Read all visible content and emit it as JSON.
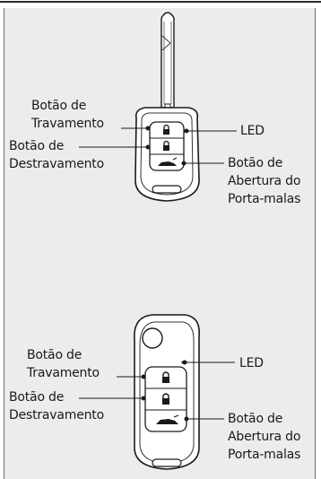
{
  "figures": [
    {
      "id": "remote-key-standard",
      "labels": {
        "lock": [
          "Botão de",
          "Travamento"
        ],
        "unlock": [
          "Botão de",
          "Destravamento"
        ],
        "led": "LED",
        "trunk": [
          "Botão de",
          "Abertura do",
          "Porta-malas"
        ]
      }
    },
    {
      "id": "remote-key-folding",
      "labels": {
        "lock": [
          "Botão de",
          "Travamento"
        ],
        "unlock": [
          "Botão de",
          "Destravamento"
        ],
        "led": "LED",
        "trunk": [
          "Botão de",
          "Abertura do",
          "Porta-malas"
        ]
      }
    }
  ],
  "icons": [
    "lock-icon",
    "lock-icon",
    "trunk-icon",
    "key-blade",
    "folding-key-shell"
  ]
}
